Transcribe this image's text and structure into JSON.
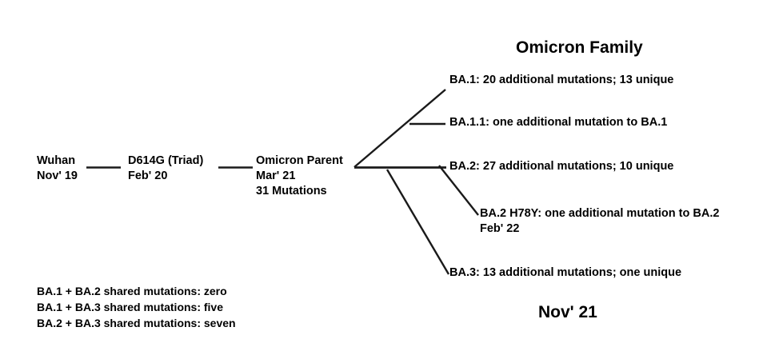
{
  "diagram": {
    "title": "Omicron Family",
    "timeline_label": "Nov' 21",
    "stem_nodes": [
      {
        "name": "Wuhan",
        "date": "Nov' 19",
        "extra": ""
      },
      {
        "name": "D614G (Triad)",
        "date": "Feb' 20",
        "extra": ""
      },
      {
        "name": "Omicron Parent",
        "date": "Mar' 21",
        "extra": "31 Mutations"
      }
    ],
    "lineages": [
      {
        "id": "ba1",
        "label": "BA.1: 20 additional mutations; 13 unique",
        "date": ""
      },
      {
        "id": "ba11",
        "label": "BA.1.1: one additional mutation to BA.1",
        "date": ""
      },
      {
        "id": "ba2",
        "label": "BA.2: 27 additional mutations; 10 unique",
        "date": ""
      },
      {
        "id": "ba2h",
        "label": "BA.2 H78Y: one additional mutation to BA.2",
        "date": "Feb' 22"
      },
      {
        "id": "ba3",
        "label": "BA.3: 13 additional mutations; one unique",
        "date": ""
      }
    ],
    "shared_mutations": [
      "BA.1 + BA.2 shared mutations: zero",
      "BA.1 + BA.3 shared mutations: five",
      "BA.2 + BA.3 shared mutations: seven"
    ],
    "colors": {
      "background": "#ffffff",
      "text": "#000000",
      "line": "#1a1a1a"
    }
  }
}
